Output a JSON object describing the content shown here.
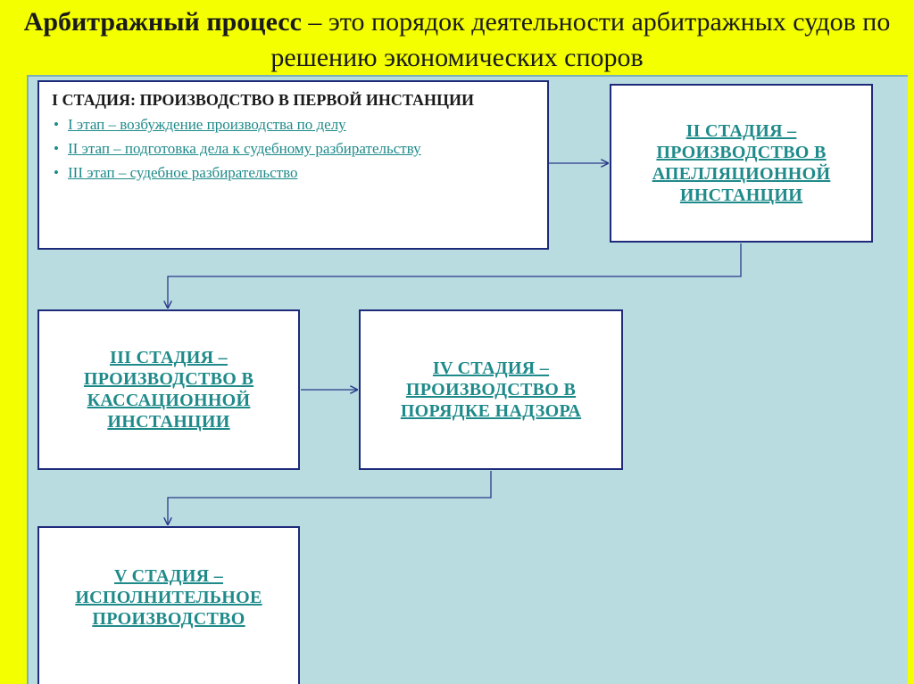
{
  "title": {
    "bold": "Арбитражный процесс",
    "rest": " – это порядок деятельности арбитражных судов по решению экономических споров"
  },
  "stage1": {
    "title": "I СТАДИЯ: ПРОИЗВОДСТВО В ПЕРВОЙ ИНСТАНЦИИ",
    "items": [
      "I этап – возбуждение производства по делу",
      "II этап – подготовка дела к судебному разбирательству",
      "III этап – судебное разбирательство"
    ]
  },
  "stage2": {
    "label": "II СТАДИЯ – ПРОИЗВОДСТВО В АПЕЛЛЯЦИОННОЙ ИНСТАНЦИИ"
  },
  "stage3": {
    "label": "III СТАДИЯ – ПРОИЗВОДСТВО В КАССАЦИОННОЙ ИНСТАНЦИИ"
  },
  "stage4": {
    "label": "IV СТАДИЯ – ПРОИЗВОДСТВО В ПОРЯДКЕ НАДЗОРА"
  },
  "stage5": {
    "label": "V СТАДИЯ – ИСПОЛНИТЕЛЬНОЕ ПРОИЗВОДСТВО"
  },
  "colors": {
    "header_bg": "#f4ff00",
    "panel_bg": "#b9dce0",
    "box_border": "#1e2a7a",
    "stage_text": "#1f8a8a",
    "arrow": "#2a3a8a"
  }
}
